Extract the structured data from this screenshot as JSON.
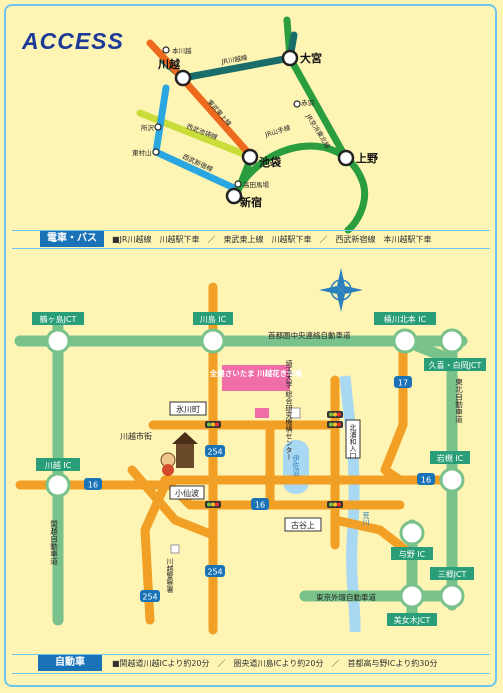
{
  "title": "ACCESS",
  "rail": {
    "section_label": "電車・バス",
    "section_text": "■JR川越線　川越駅下車　／　東武東上線　川越駅下車　／　西武新宿線　本川越駅下車",
    "stations": {
      "kawagoe": "川越",
      "omiya": "大宮",
      "ikebukuro": "池袋",
      "ueno": "上野",
      "shinjuku": "新宿",
      "honkawagoe": "本川越",
      "akabane": "赤羽",
      "shoan": "所沢",
      "higashimurayama": "東村山",
      "takadanobaba": "高田馬場"
    },
    "lines": {
      "jr_kawagoe": "JR川越線",
      "tobu_tojo": "東武東上線",
      "seibu_ikebukuro": "西武池袋線",
      "seibu_shinjuku": "西武新宿線",
      "jr_yamanote": "JR山手線",
      "jr_keihin": "JR京浜東北線"
    }
  },
  "road": {
    "section_label": "自動車",
    "section_text": "■関越道川越ICより約20分　／　圏央道川島ICより約20分　／　首都高与野ICより約30分",
    "expressways": {
      "kenodo": "首都圏中央連絡自動車道",
      "tohoku": "東北自動車道",
      "gaikan": "東京外環自動車道",
      "kanetsu": "関越自動車道"
    },
    "interchanges": {
      "tsurugashima_jct": "鶴ヶ島JCT",
      "kawajima_ic": "川島 IC",
      "okegawa_kitamoto_ic": "桶川北本 IC",
      "kuki_shiraoka_jct": "久喜・白岡JCT",
      "iwatsuki_ic": "岩槻 IC",
      "kawagoe_ic": "川越 IC",
      "yono_ic": "与野 IC",
      "sango_jct": "三郷JCT",
      "bijogi_jct": "美女木JCT"
    },
    "places": {
      "venue": "全農さいたま 川越花き市場",
      "saitama_univ": "埼玉大学 総合研究機構センター",
      "hikawacho": "氷川町",
      "kawagoe_city": "川越市街",
      "kosenba": "小仙波",
      "kitaurawa": "北浦和入口",
      "furuyakami": "古谷上",
      "kawagoe_police": "川越警察署",
      "isanuma": "伊佐沼",
      "arakawa": "荒川"
    },
    "route_numbers": {
      "r16": "16",
      "r17": "17",
      "r254": "254"
    }
  },
  "colors": {
    "background": "#fef4b4",
    "frame": "#6cc5ee",
    "title": "#1d3a99",
    "label_bg": "#1a73b6",
    "local_road": "#f1a025",
    "expressway": "#79c28c",
    "river": "#a9d8f2",
    "venue": "#ef6ea8"
  }
}
